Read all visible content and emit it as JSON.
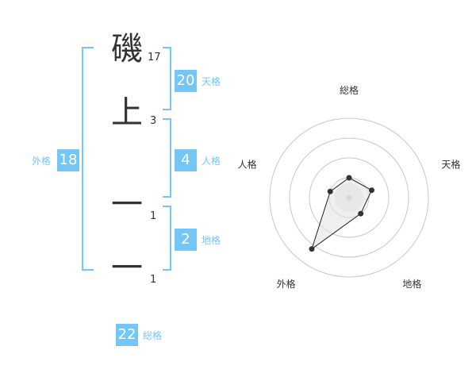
{
  "name": {
    "characters": [
      {
        "char": "磯",
        "strokes": "17"
      },
      {
        "char": "上",
        "strokes": "3"
      },
      {
        "char": "一",
        "strokes": "1"
      },
      {
        "char": "一",
        "strokes": "1"
      }
    ]
  },
  "fortunes": {
    "tenkaku": {
      "value": "20",
      "label": "天格"
    },
    "jinkaku": {
      "value": "4",
      "label": "人格"
    },
    "chikaku": {
      "value": "2",
      "label": "地格"
    },
    "gaikaku": {
      "value": "18",
      "label": "外格"
    },
    "soukaku": {
      "value": "22",
      "label": "総格"
    }
  },
  "colors": {
    "accent": "#74c7f5",
    "text": "#333333",
    "grid": "#c8c8c8"
  },
  "chart_data": {
    "type": "radar",
    "axes": [
      "総格",
      "天格",
      "地格",
      "外格",
      "人格"
    ],
    "values": [
      1,
      1.2,
      1,
      3.2,
      1
    ],
    "rmax": 4,
    "rings": 4
  }
}
